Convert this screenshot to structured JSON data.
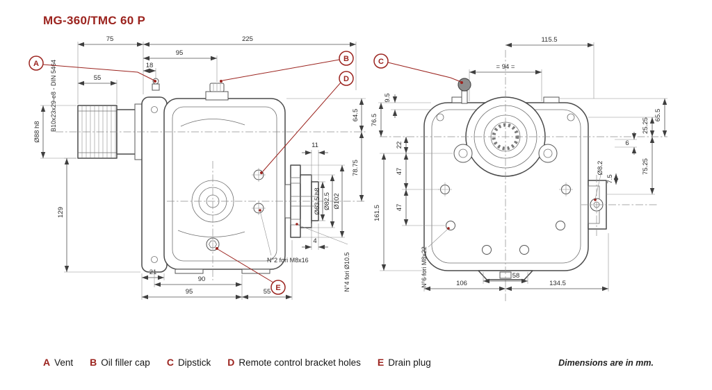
{
  "title": "MG-360/TMC 60 P",
  "colors": {
    "accent": "#9b231e",
    "line": "#4a4a4a",
    "dim": "#3d3d3d"
  },
  "views": {
    "side": {
      "dims": {
        "spline_len": "55",
        "shaft_len": "75",
        "overall_len": "225",
        "filler_pos": "95",
        "vent_pos": "18",
        "spline_spec": "B10x23x29-e8 - DIN 5464",
        "shaft_dia": "Ø88 h8",
        "height_below": "129",
        "top_to_center": "64.5",
        "flange_step": "11",
        "center_drop": "78.75",
        "pilot_dia": "Ø63.5 h8",
        "bolt_circle": "Ø82.5",
        "flange_dia": "Ø102",
        "pilot_depth": "4",
        "bracket_holes": "N°2 fori M8x16",
        "flange_holes": "N°4 fori Ø10.5",
        "foot_offset": "21",
        "drain_pos": "90",
        "foot_len": "95",
        "foot_to_flange": "55"
      }
    },
    "rear": {
      "dims": {
        "top_width": "115.5",
        "sym_width": "= 94 =",
        "face_offset": "9.5",
        "top_height": "76.5",
        "row1": "22",
        "row2": "47",
        "row3": "47",
        "total_height": "161.5",
        "right_height": "65.5",
        "upper_right": "25.25",
        "lower_right": "75.25",
        "plate_thk": "6",
        "hole_dia": "Ø8.2",
        "hole_off": "7.5",
        "mount_holes": "N°6 fori M8x22",
        "bottom_left": "106",
        "bottom_center": "58",
        "bottom_right": "134.5"
      }
    }
  },
  "legend": {
    "items": [
      {
        "letter": "A",
        "label": "Vent"
      },
      {
        "letter": "B",
        "label": "Oil filler cap"
      },
      {
        "letter": "C",
        "label": "Dipstick"
      },
      {
        "letter": "D",
        "label": "Remote control bracket holes"
      },
      {
        "letter": "E",
        "label": "Drain plug"
      }
    ],
    "note": "Dimensions are in mm."
  }
}
